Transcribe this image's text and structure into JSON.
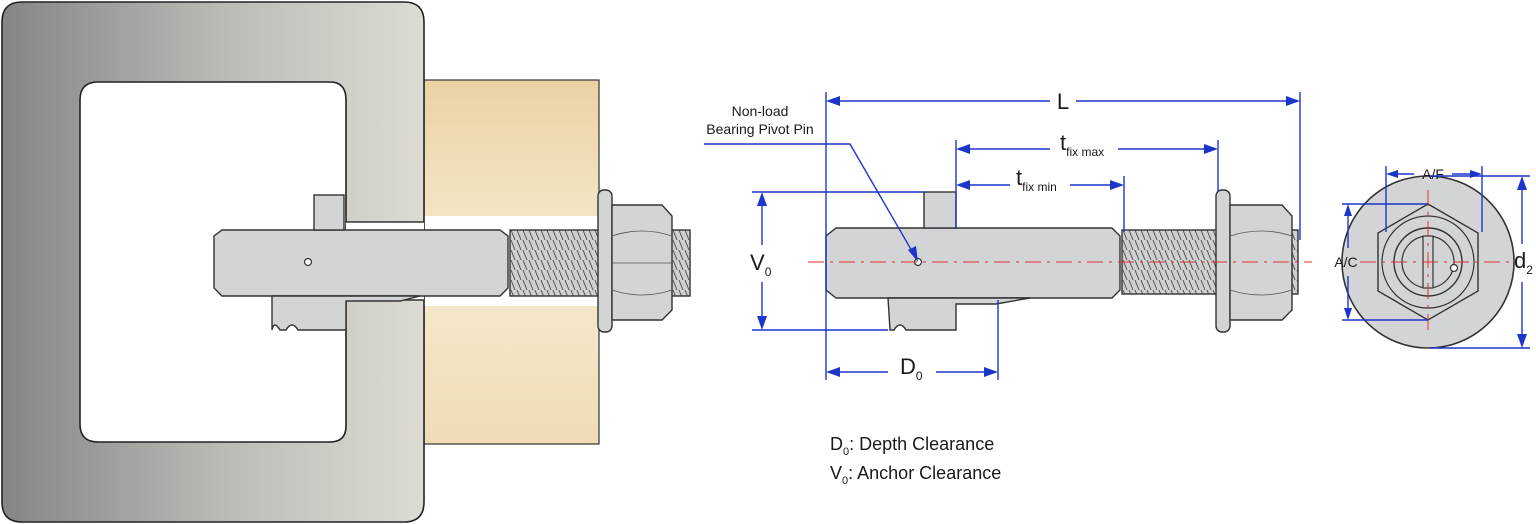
{
  "labels": {
    "L": "L",
    "t_fix_max": {
      "base": "t",
      "sub": "fix max"
    },
    "t_fix_min": {
      "base": "t",
      "sub": "fix min"
    },
    "V0": {
      "base": "V",
      "sub": "0"
    },
    "D0": {
      "base": "D",
      "sub": "0"
    },
    "pivot_line1": "Non-load",
    "pivot_line2": "Bearing Pivot Pin",
    "AF": "A/F",
    "AC": "A/C",
    "d2": {
      "base": "d",
      "sub": "2"
    }
  },
  "legend": [
    {
      "sym": "D",
      "sub": "0",
      "text": ": Depth Clearance"
    },
    {
      "sym": "V",
      "sub": "0",
      "text": ": Anchor Clearance"
    }
  ],
  "colors": {
    "dimension": "#1d35c9",
    "centerline": "#e03030",
    "wood": "#f3e2bd",
    "steel": "#d5d6d8",
    "frame_dark": "#8a8a8a",
    "frame_light": "#dcdcd4"
  }
}
